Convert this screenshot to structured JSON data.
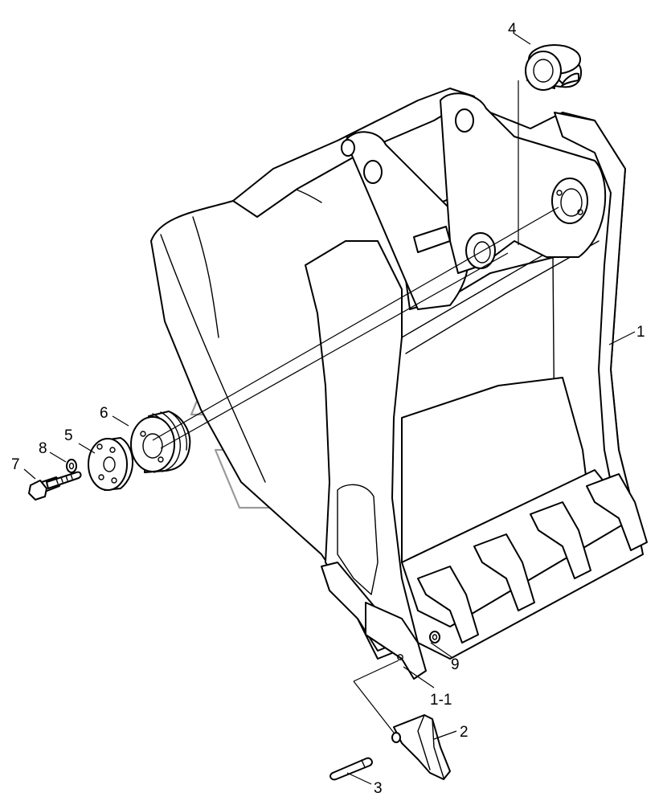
{
  "callouts": {
    "c1": "1",
    "c1_1": "1-1",
    "c2": "2",
    "c3": "3",
    "c4": "4",
    "c5": "5",
    "c6": "6",
    "c7": "7",
    "c8": "8",
    "c9": "9"
  }
}
